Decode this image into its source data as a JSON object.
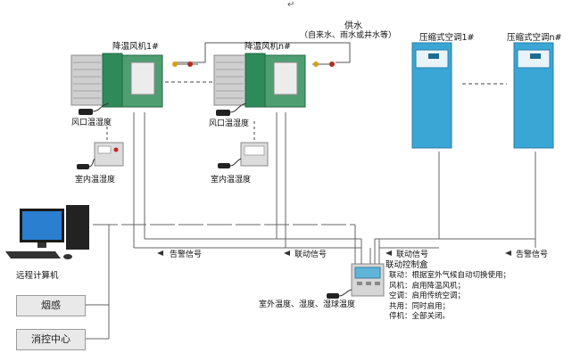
{
  "marks": {
    "top_symbol": "↵"
  },
  "water": {
    "title": "供水",
    "sources": "（自来水、雨水或井水等）"
  },
  "units": {
    "cooler_1": "降温风机1#",
    "cooler_n": "降温风机n#",
    "ac_1": "压缩式空调1#",
    "ac_n": "压缩式空调n#"
  },
  "sensors": {
    "outlet_1": "风口温湿度",
    "outlet_n": "风口温湿度",
    "indoor_1": "室内温湿度",
    "indoor_n": "室内温湿度",
    "outdoor": "室外温度、湿度、湿球温度"
  },
  "signals": {
    "alarm_1": "告警信号",
    "link_1": "联动信号",
    "link_2": "联动信号",
    "alarm_2": "告警信号"
  },
  "left": {
    "computer": "远程计算机",
    "smoke": "烟感",
    "fire_center": "消控中心"
  },
  "controller": {
    "title": "联动控制盒",
    "modes": [
      "联动：根据室外气候自动切换使用；",
      "风机：启用降温风机；",
      "空调：启用传统空调；",
      "共用：同时启用；",
      "停机：全部关闭。"
    ]
  },
  "colors": {
    "cabinet_green": "#2f8a5a",
    "cabinet_grey": "#c8c8c8",
    "ac_blue": "#3aa6d6",
    "line": "#666666"
  }
}
